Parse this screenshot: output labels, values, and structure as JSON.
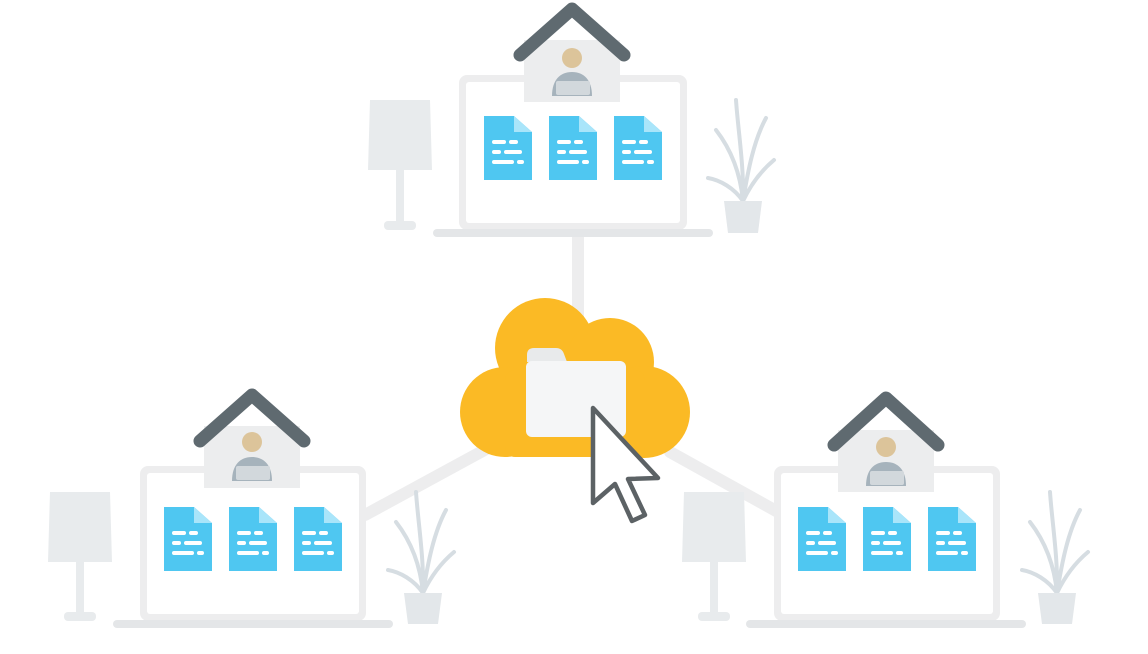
{
  "colors": {
    "background": "#ffffff",
    "connector": "#ededee",
    "laptop_frame": "#ededee",
    "laptop_inner": "#ffffff",
    "laptop_base": "#e4e6e8",
    "roof": "#5f6a70",
    "house_wall": "#ecedee",
    "person_head": "#dcc49a",
    "person_body": "#a6b3bc",
    "person_laptop": "#d2d8dc",
    "document": "#4fc7f1",
    "document_fold": "#a9e5fa",
    "document_lines": "#ffffff",
    "lamp": "#e8ebed",
    "plant": "#d6dde2",
    "pot": "#e3e7ea",
    "cloud": "#fbba25",
    "folder_tab": "#e8eaeb",
    "folder": "#f5f6f7",
    "cursor_fill": "#ffffff",
    "cursor_stroke": "#5c6265"
  },
  "icons": {
    "central": "cloud-folder-icon",
    "pointer": "mouse-cursor-icon",
    "home": "house-icon",
    "user": "remote-user-icon",
    "file": "document-icon",
    "lamp": "floor-lamp-icon",
    "plant": "potted-plant-icon"
  },
  "workstations": [
    {
      "id": "top",
      "documents": 3
    },
    {
      "id": "left",
      "documents": 3
    },
    {
      "id": "right",
      "documents": 3
    }
  ]
}
